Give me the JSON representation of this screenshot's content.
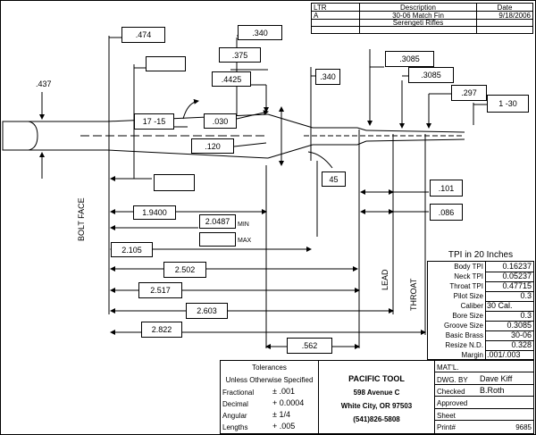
{
  "title_block_top": {
    "headers": {
      "ltr": "LTR",
      "description": "Description",
      "date": "Date"
    },
    "row": {
      "ltr": "A",
      "description": "30-06 Match Fin",
      "date": "9/18/2006"
    },
    "subtitle": "Serengeti Rifles"
  },
  "dims": {
    "d474": ".474",
    "d340a": ".340",
    "d375": ".375",
    "d4425": ".4425",
    "d437": ".437",
    "d340b": ".340",
    "d3085a": ".3085",
    "d3085b": ".3085",
    "d297": ".297",
    "twist": "1 -30",
    "angle1": "17 -15",
    "d030": ".030",
    "d120": ".120",
    "deg45": "45",
    "d101": ".101",
    "d086": ".086",
    "l19400": "1.9400",
    "l20487": "2.0487",
    "min": "MIN",
    "max": "MAX",
    "l2105": "2.105",
    "l2502": "2.502",
    "l2517": "2.517",
    "l2603": "2.603",
    "l2822": "2.822",
    "l562": ".562"
  },
  "labels": {
    "bolt_face": "BOLT FACE",
    "lead": "LEAD",
    "throat": "THROAT"
  },
  "specs": {
    "title": "TPI in 20 Inches",
    "rows": [
      {
        "label": "Body TPI",
        "value": "0.16237"
      },
      {
        "label": "Neck TPI",
        "value": "0.05237"
      },
      {
        "label": "Throat TPI",
        "value": "0.47715"
      },
      {
        "label": "Pilot Size",
        "value": "0.3"
      },
      {
        "label": "Caliber",
        "value": "30 Cal."
      },
      {
        "label": "Bore Size",
        "value": "0.3"
      },
      {
        "label": "Groove Size",
        "value": "0.3085"
      },
      {
        "label": "Basic Brass",
        "value": "30-06"
      },
      {
        "label": "Resize N.D.",
        "value": "0.328"
      },
      {
        "label": "Margin",
        "value": ".001/.003"
      }
    ]
  },
  "tolerances": {
    "title": "Tolerances",
    "subtitle": "Unless Otherwise Specified",
    "rows": [
      {
        "label": "Fractional",
        "value": "± .001"
      },
      {
        "label": "Decimal",
        "value": "+ 0.0004"
      },
      {
        "label": "Angular",
        "value": "± 1/4"
      },
      {
        "label": "Lengths",
        "value": "+ .005"
      }
    ]
  },
  "company": {
    "name": "PACIFIC TOOL",
    "address": "598 Avenue C",
    "city": "White City, OR 97503",
    "phone": "(541)826-5808"
  },
  "info": {
    "matl_label": "MAT'L.",
    "dwg_label": "DWG. BY",
    "dwg_value": "Dave Kiff",
    "checked_label": "Checked",
    "checked_value": "B.Roth",
    "approved_label": "Approved",
    "sheet_label": "Sheet",
    "print_label": "Print#",
    "print_value": "9685"
  }
}
